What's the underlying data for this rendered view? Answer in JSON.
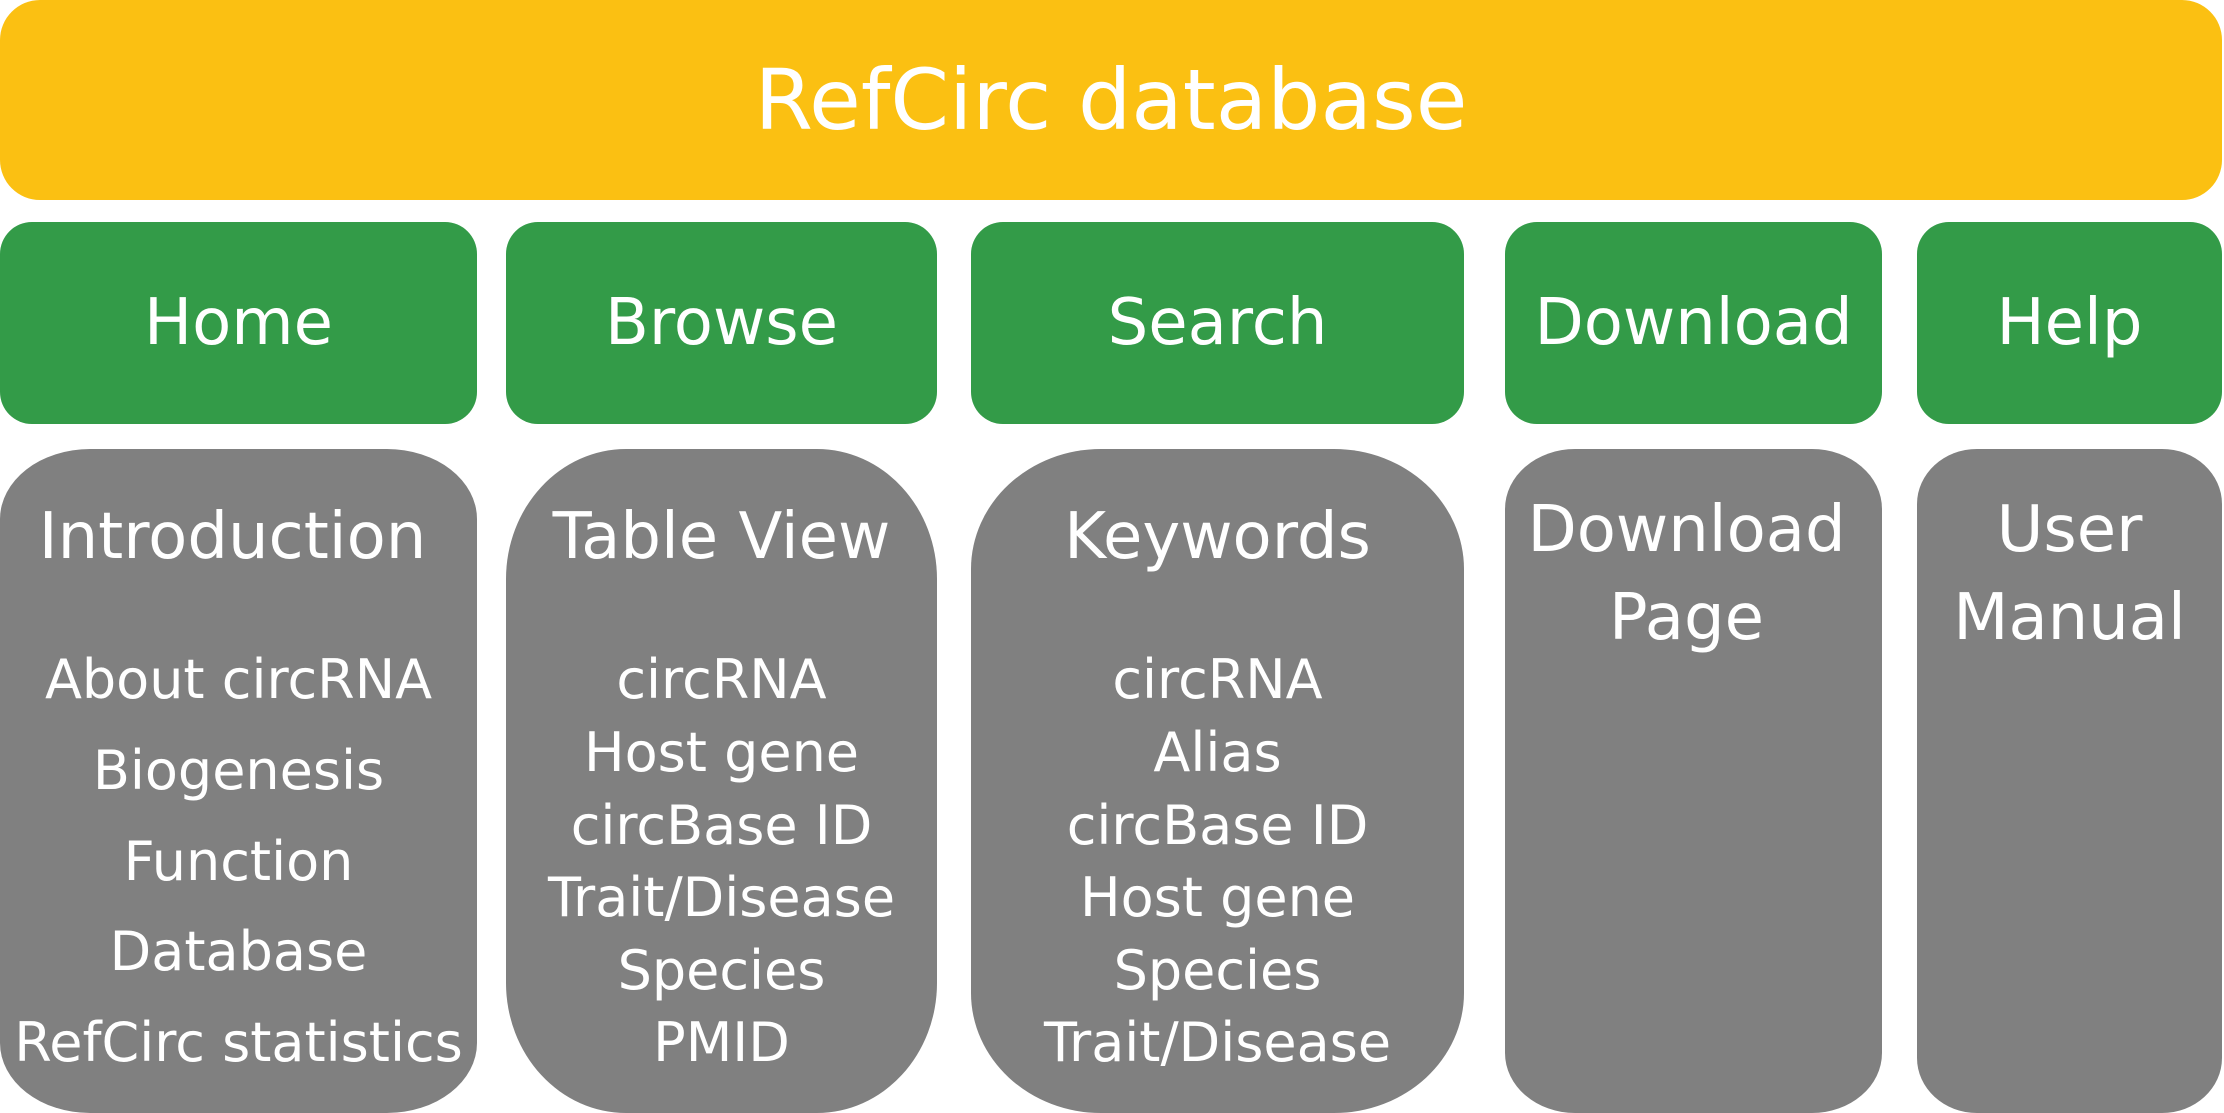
{
  "title": "RefCirc database",
  "colors": {
    "banner": "#FBC012",
    "header": "#339B48",
    "body": "#808080",
    "text": "#FFFFFF"
  },
  "columns": [
    {
      "header": "Home",
      "subtitle": "Introduction",
      "items": [
        "About circRNA",
        "Biogenesis",
        "Function",
        "Database",
        "RefCirc statistics"
      ]
    },
    {
      "header": "Browse",
      "subtitle": "Table View",
      "items": [
        "circRNA",
        "Host gene",
        "circBase ID",
        "Trait/Disease",
        "Species",
        "PMID"
      ]
    },
    {
      "header": "Search",
      "subtitle": "Keywords",
      "items": [
        "circRNA",
        "Alias",
        "circBase ID",
        "Host gene",
        "Species",
        "Trait/Disease"
      ]
    },
    {
      "header": "Download",
      "subtitle_lines": [
        "Download",
        "Page"
      ]
    },
    {
      "header": "Help",
      "subtitle_lines": [
        "User",
        "Manual"
      ]
    }
  ]
}
